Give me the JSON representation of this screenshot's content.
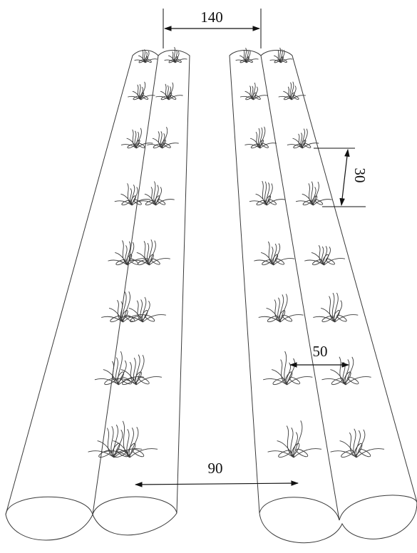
{
  "diagram": {
    "dimensions": {
      "top_spacing": "140",
      "plant_spacing": "30",
      "row_spacing": "50",
      "bottom_spacing": "90"
    },
    "colors": {
      "line": "#3a3a3a",
      "dimension_line": "#111111",
      "background": "#ffffff"
    }
  }
}
